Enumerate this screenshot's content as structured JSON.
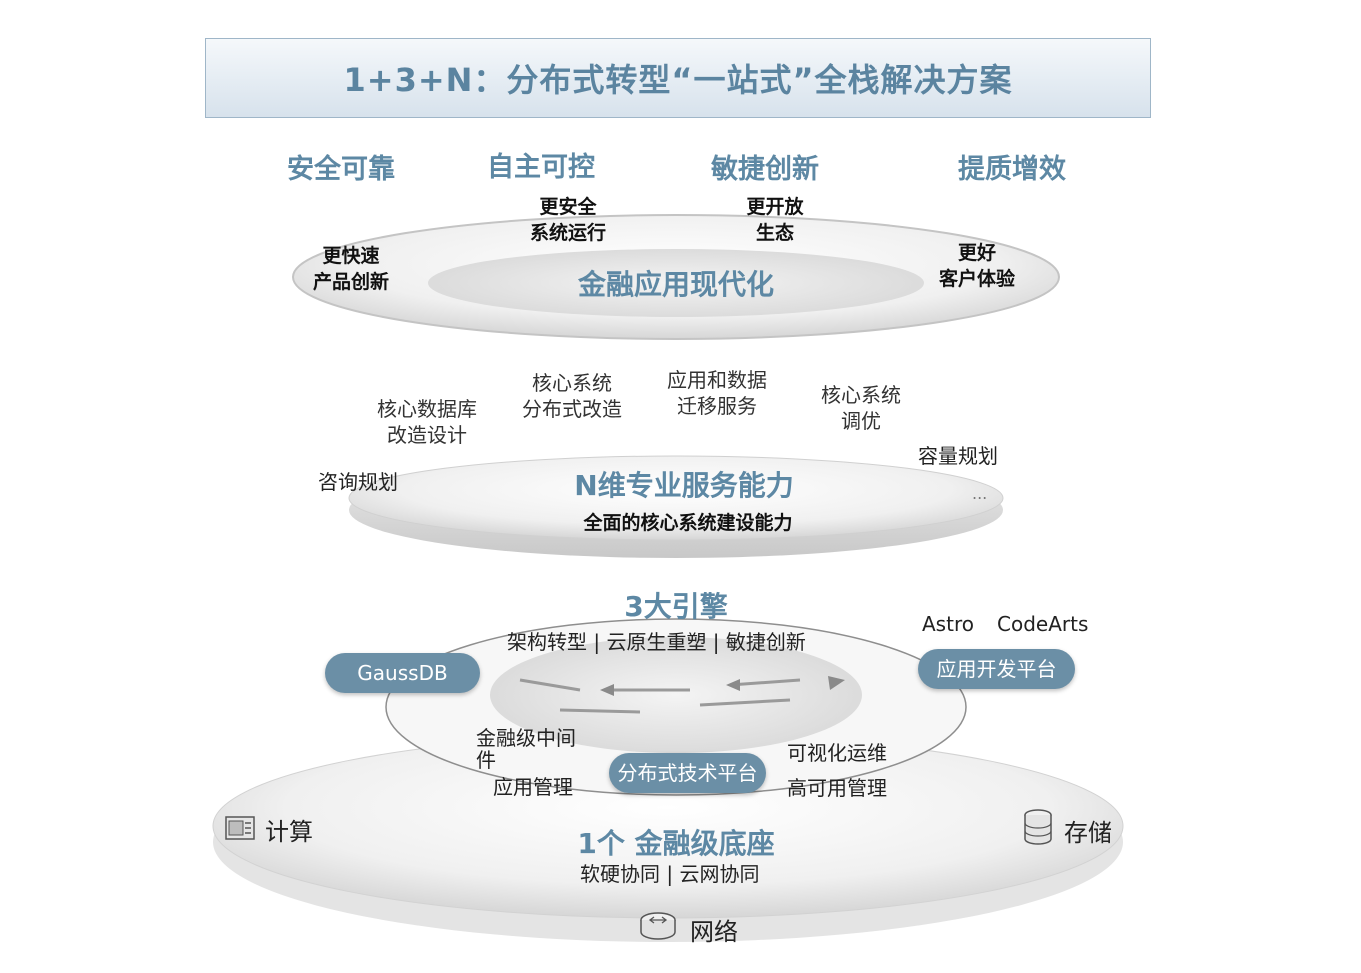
{
  "title": "1+3+N：分布式转型“一站式”全栈解决方案",
  "values": [
    "安全可靠",
    "自主可控",
    "敏捷创新",
    "提质增效"
  ],
  "top_ring": {
    "center": "金融应用现代化",
    "benefits": {
      "b1": "更安全\n系统运行",
      "b2": "更开放\n生态",
      "b3": "更快速\n产品创新",
      "b4": "更好\n客户体验"
    }
  },
  "n_layer": {
    "title": "N维专业服务能力",
    "subtitle": "全面的核心系统建设能力",
    "services": {
      "s1": "核心数据库\n改造设计",
      "s2": "核心系统\n分布式改造",
      "s3": "应用和数据\n迁移服务",
      "s4": "核心系统\n调优",
      "s5": "咨询规划",
      "s6": "容量规划",
      "s7": "..."
    }
  },
  "engines": {
    "title": "3大引擎",
    "subtitle": "架构转型 | 云原生重塑 | 敏捷创新",
    "astro": "Astro",
    "codearts": "CodeArts",
    "gaussdb": "GaussDB",
    "app_platform": "应用开发平台",
    "dist_platform": "分布式技术平台",
    "middleware": "金融级中间\n件",
    "app_mgmt": "应用管理",
    "visual_ops": "可视化运维",
    "ha_mgmt": "高可用管理"
  },
  "base": {
    "title": "1个 金融级底座",
    "subtitle": "软硬协同 | 云网协同",
    "compute": "计算",
    "storage": "存储",
    "network": "网络"
  },
  "colors": {
    "accent_blue": "#5d88a4",
    "pill_bg": "#6b8fa6"
  },
  "icons": [
    "server-icon",
    "database-icon",
    "router-icon"
  ]
}
